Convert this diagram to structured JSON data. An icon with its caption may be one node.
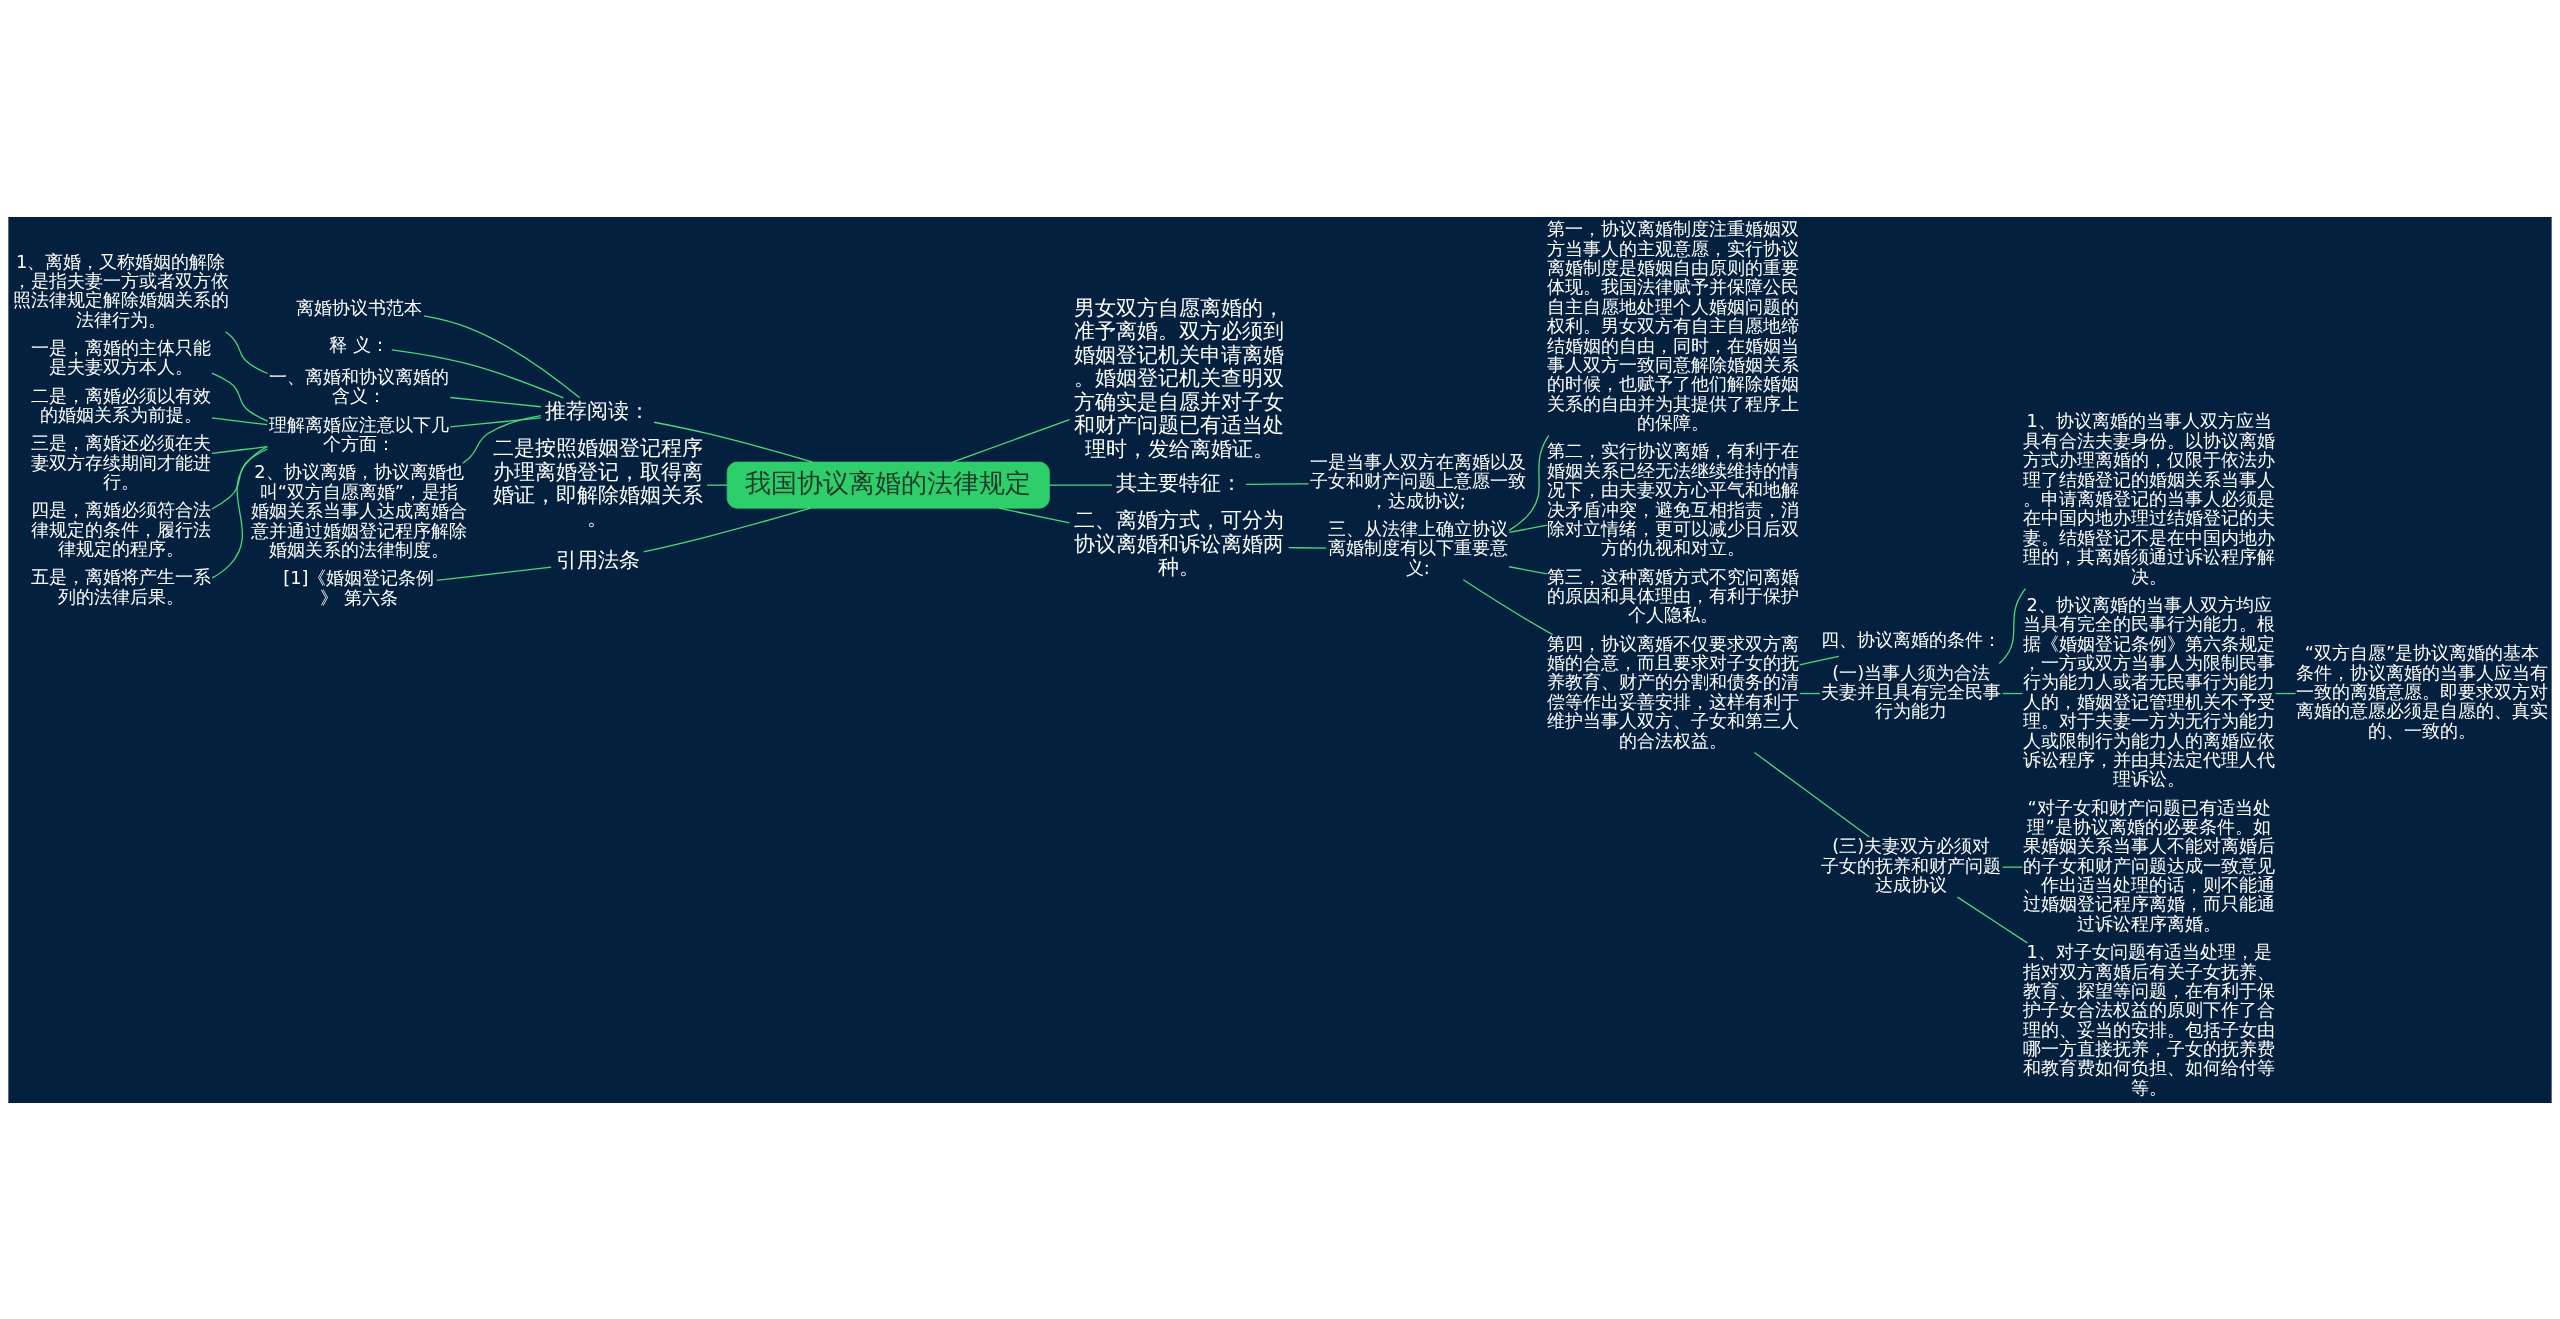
{
  "diagram": {
    "nodes": [
      {
        "text": [
          "我国协议离婚的法律规定"
        ]
      },
      {
        "text": [
          "推荐阅读："
        ]
      },
      {
        "text": [
          "离婚协议书范本"
        ]
      },
      {
        "text": [
          "释 义："
        ]
      },
      {
        "text": [
          "一、离婚和协议离婚的含义："
        ]
      },
      {
        "text": [
          "1、离婚，又称婚姻的解除，是指夫妻一方或者双方依照法律规定解除婚姻关系的法律行为。"
        ]
      },
      {
        "text": [
          "理解离婚应注意以下几个方面："
        ]
      },
      {
        "text": [
          "一是，离婚的主体只能是夫妻双方本人。"
        ]
      },
      {
        "text": [
          "二是，离婚必须以有效的婚姻关系为前提。"
        ]
      },
      {
        "text": [
          "三是，离婚还必须在夫妻双方存续期间才能进行。"
        ]
      },
      {
        "text": [
          "四是，离婚必须符合法律规定的条件，履行法律规定的程序。"
        ]
      },
      {
        "text": [
          "五是，离婚将产生一系列的法律后果。"
        ]
      },
      {
        "text": [
          "2、协议离婚，协议离婚也叫“双方自愿离婚”，是指婚姻关系当事人达成离婚合意并通过婚姻登记程序解除婚姻关系的法律制度。"
        ]
      },
      {
        "text": [
          "男女双方自愿离婚的，准予离婚。双方必须到婚姻登记机关申请离婚。婚姻登记机关查明双方确实是自愿并对子女和财产问题已有适当处理时，发给离婚证。"
        ]
      },
      {
        "text": [
          "其主要特征："
        ]
      },
      {
        "text": [
          "一是当事人双方在离婚以及子女和财产问题上意愿一致，达成协议;"
        ]
      },
      {
        "text": [
          "二是按照婚姻登记程序办理离婚登记，取得离婚证，即解除婚姻关系。"
        ]
      },
      {
        "text": [
          "引用法条"
        ]
      },
      {
        "text": [
          "[1]《婚姻登记条例》 第六条"
        ]
      },
      {
        "text": [
          "二、离婚方式，可分为协议离婚和诉讼离婚两种。"
        ]
      },
      {
        "text": [
          "三、从法律上确立协议离婚制度有以下重要意义:"
        ]
      },
      {
        "text": [
          "第一，协议离婚制度注重婚姻双方当事人的主观意愿，实行协议离婚制度是婚姻自由原则的重要体现。我国法律赋予并保障公民自主自愿地处理个人婚姻问题的权利。男女双方有自主自愿地缔结婚姻的自由，同时，在婚姻当事人双方一致同意解除婚姻关系的时候，也赋予了他们解除婚姻关系的自由并为其提供了程序上的保障。"
        ]
      },
      {
        "text": [
          "第二，实行协议离婚，有利于在婚姻关系已经无法继续维持的情况下，由夫妻双方心平气和地解决矛盾冲突，避免互相指责，消除对立情绪，更可以减少日后双方的仇视和对立。"
        ]
      },
      {
        "text": [
          "第三，这种离婚方式不究问离婚的原因和具体理由，有利于保护个人隐私。"
        ]
      },
      {
        "text": [
          "第四，协议离婚不仅要求双方离婚的合意，而且要求对子女的抚养教育、财产的分割和债务的清偿等作出妥善安排，这样有利于维护当事人双方、子女和第三人的合法权益。"
        ]
      },
      {
        "text": [
          "四、协议离婚的条件："
        ]
      },
      {
        "text": [
          "(一)当事人须为合法夫妻并且具有完全民事行为能力"
        ]
      },
      {
        "text": [
          "(三)夫妻双方必须对子女的抚养和财产问题达成协议"
        ]
      },
      {
        "text": [
          "1、协议离婚的当事人双方应当具有合法夫妻身份。以协议离婚方式办理离婚的，仅限于依法办理了结婚登记的婚姻关系当事人。申请离婚登记的当事人必须是在中国内地办理过结婚登记的夫妻。结婚登记不是在中国内地办理的，其离婚须通过诉讼程序解决。"
        ]
      },
      {
        "text": [
          "2、协议离婚的当事人双方均应当具有完全的民事行为能力。根据《婚姻登记条例》第六条规定，一方或双方当事人为限制民事行为能力人或者无民事行为能力人的，婚姻登记管理机关不予受理。对于夫妻一方为无行为能力人或限制行为能力人的离婚应依诉讼程序，并由其法定代理人代理诉讼。"
        ]
      },
      {
        "text": [
          "“双方自愿”是协议离婚的基本条件，协议离婚的当事人应当有一致的离婚意愿。即要求双方对离婚的意愿必须是自愿的、真实的、一致的。"
        ]
      },
      {
        "text": [
          "“对子女和财产问题已有适当处理”是协议离婚的必要条件。如果婚姻关系当事人不能对离婚后的子女和财产问题达成一致意见、作出适当处理的话，则不能通过婚姻登记程序离婚，而只能通过诉讼程序离婚。"
        ]
      },
      {
        "text": [
          "1、对子女问题有适当处理，是指对双方离婚后有关子女抚养、教育、探望等问题，在有利于保护子女合法权益的原则下作了合理的、妥当的安排。包括子女由哪一方直接抚养，子女的抚养费和教育费如何负担、如何给付等等。"
        ]
      }
    ],
    "edges": [
      {
        "from": 0,
        "to": 1,
        "arrow": "none"
      },
      {
        "from": 1,
        "to": 2,
        "arrow": "none"
      },
      {
        "from": 1,
        "to": 3,
        "arrow": "none"
      },
      {
        "from": 1,
        "to": 4,
        "arrow": "none"
      },
      {
        "from": 4,
        "to": 5,
        "arrow": "none"
      },
      {
        "from": 1,
        "to": 6,
        "arrow": "none"
      },
      {
        "from": 6,
        "to": 7,
        "arrow": "none"
      },
      {
        "from": 6,
        "to": 8,
        "arrow": "none"
      },
      {
        "from": 6,
        "to": 9,
        "arrow": "none"
      },
      {
        "from": 6,
        "to": 10,
        "arrow": "none"
      },
      {
        "from": 6,
        "to": 11,
        "arrow": "none"
      },
      {
        "from": 1,
        "to": 12,
        "arrow": "none"
      },
      {
        "from": 0,
        "to": 13,
        "arrow": "none"
      },
      {
        "from": 0,
        "to": 14,
        "arrow": "none"
      },
      {
        "from": 14,
        "to": 15,
        "arrow": "none"
      },
      {
        "from": 0,
        "to": 16,
        "arrow": "none"
      },
      {
        "from": 0,
        "to": 17,
        "arrow": "none"
      },
      {
        "from": 17,
        "to": 18,
        "arrow": "none"
      },
      {
        "from": 0,
        "to": 19,
        "arrow": "none"
      },
      {
        "from": 19,
        "to": 20,
        "arrow": "none"
      },
      {
        "from": 20,
        "to": 21,
        "arrow": "none"
      },
      {
        "from": 20,
        "to": 22,
        "arrow": "none"
      },
      {
        "from": 20,
        "to": 23,
        "arrow": "none"
      },
      {
        "from": 20,
        "to": 24,
        "arrow": "none"
      },
      {
        "from": 24,
        "to": 25,
        "arrow": "none"
      },
      {
        "from": 24,
        "to": 26,
        "arrow": "none"
      },
      {
        "from": 24,
        "to": 27,
        "arrow": "none"
      },
      {
        "from": 26,
        "to": 28,
        "arrow": "none"
      },
      {
        "from": 26,
        "to": 29,
        "arrow": "none"
      },
      {
        "from": 29,
        "to": 30,
        "arrow": "none"
      },
      {
        "from": 27,
        "to": 31,
        "arrow": "none"
      },
      {
        "from": 27,
        "to": 32,
        "arrow": "none"
      }
    ]
  }
}
